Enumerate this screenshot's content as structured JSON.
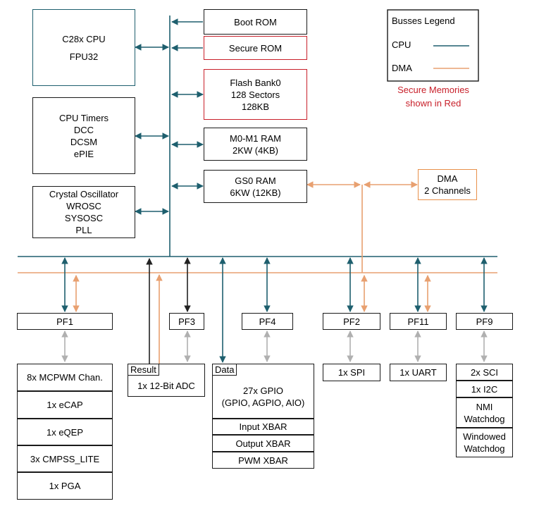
{
  "cpu_block": {
    "line1": "C28x CPU",
    "line2": "FPU32"
  },
  "timers_block": [
    "CPU Timers",
    "DCC",
    "DCSM",
    "ePIE"
  ],
  "clock_block": [
    "Crystal Oscillator",
    "WROSC",
    "SYSOSC",
    "PLL"
  ],
  "memories": {
    "boot_rom": "Boot ROM",
    "secure_rom": "Secure ROM",
    "flash": [
      "Flash Bank0",
      "128 Sectors",
      "128KB"
    ],
    "m0m1_ram": [
      "M0-M1 RAM",
      "2KW (4KB)"
    ],
    "gs0_ram": [
      "GS0 RAM",
      "6KW (12KB)"
    ]
  },
  "dma_block": [
    "DMA",
    "2 Channels"
  ],
  "legend": {
    "title": "Busses Legend",
    "cpu_label": "CPU",
    "dma_label": "DMA",
    "secure_note": [
      "Secure Memories",
      "shown in Red"
    ]
  },
  "peripheral_frames": [
    "PF1",
    "PF3",
    "PF4",
    "PF2",
    "PF11",
    "PF9"
  ],
  "pf1_peripherals": [
    "8x MCPWM Chan.",
    "1x eCAP",
    "1x eQEP",
    "3x CMPSS_LITE",
    "1x PGA"
  ],
  "pf3_peripheral": {
    "tag": "Result",
    "label": "1x 12-Bit ADC"
  },
  "pf4_peripherals": {
    "tag": "Data",
    "gpio": [
      "27x GPIO",
      "(GPIO, AGPIO, AIO)"
    ],
    "xbars": [
      "Input XBAR",
      "Output XBAR",
      "PWM XBAR"
    ]
  },
  "pf2_peripheral": "1x SPI",
  "pf11_peripheral": "1x UART",
  "pf9_peripherals": [
    "2x SCI",
    "1x I2C",
    [
      "NMI",
      "Watchdog"
    ],
    [
      "Windowed",
      "Watchdog"
    ]
  ],
  "colors": {
    "cpu_bus": "#1e5f6e",
    "dma_bus": "#e8a070",
    "secure": "#c8202a",
    "dma_box": "#e8904a",
    "pf_link": "#b0b0b0",
    "box_border": "#1a1a1a"
  }
}
